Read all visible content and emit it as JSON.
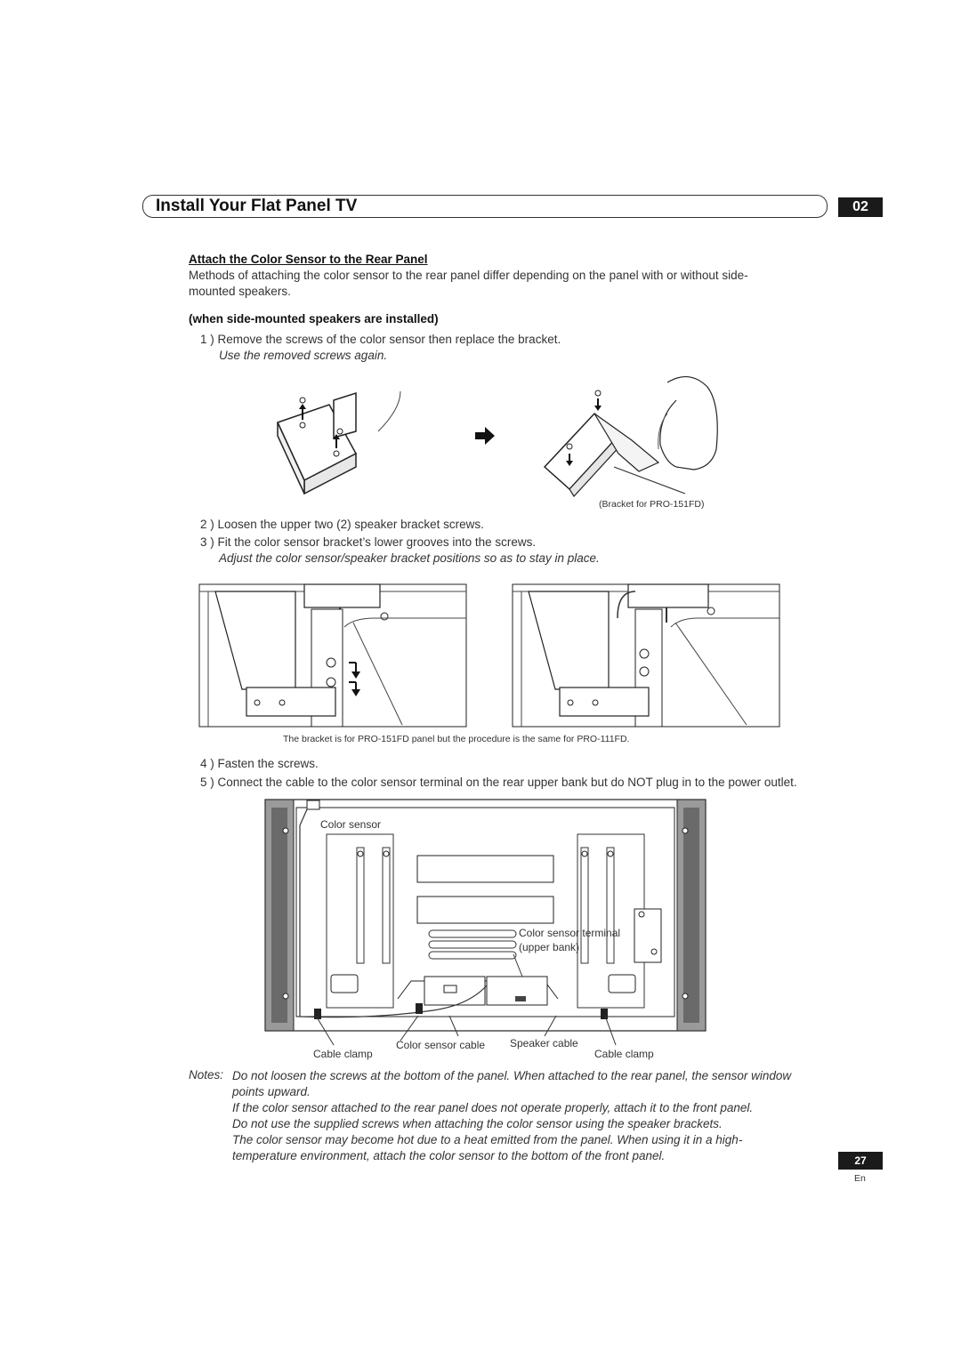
{
  "header": {
    "title": "Install Your Flat Panel TV",
    "chapter": "02"
  },
  "section": {
    "heading": "Attach the Color Sensor to the Rear Panel",
    "intro_line1": "Methods of attaching the color sensor to the rear panel differ depending on the panel with or without side-",
    "intro_line2": "mounted speakers.",
    "subheading": "(when side-mounted speakers are installed)"
  },
  "steps": {
    "s1": "1 )  Remove the screws of the color sensor then replace the bracket.",
    "s1_note": "Use the removed screws again.",
    "bracket_caption": "(Bracket for PRO-151FD)",
    "s2": "2 )  Loosen the upper two (2) speaker bracket screws.",
    "s3": "3 )  Fit the color sensor bracket’s lower grooves into the screws.",
    "s3_note": "Adjust the color sensor/speaker bracket positions so as to stay in place.",
    "bracket_procedure_caption": "The bracket is for PRO-151FD panel but the procedure is the same for PRO-111FD.",
    "s4": "4 )  Fasten the screws.",
    "s5": "5 )  Connect the cable to the color sensor terminal on the rear upper bank but do NOT plug in to the power outlet."
  },
  "diagram_labels": {
    "color_sensor": "Color sensor",
    "terminal_line1": "Color sensor terminal",
    "terminal_line2": "(upper bank)",
    "cable_clamp_left": "Cable clamp",
    "color_sensor_cable": "Color sensor cable",
    "speaker_cable": "Speaker cable",
    "cable_clamp_right": "Cable clamp"
  },
  "notes": {
    "label": "Notes:",
    "n1_line1": "Do not loosen the screws at the bottom of the panel. When attached to the rear panel, the sensor window",
    "n1_line2": "points upward.",
    "n2": "If the color sensor attached to the rear panel does not operate properly, attach it to the front panel.",
    "n3": "Do not use the supplied screws when attaching the color sensor using the speaker brackets.",
    "n4_line1": "The color sensor may become hot due to a heat emitted from the panel. When using it in a high-",
    "n4_line2": "temperature environment, attach the color sensor to the bottom of the front panel."
  },
  "footer": {
    "page_number": "27",
    "language": "En"
  }
}
